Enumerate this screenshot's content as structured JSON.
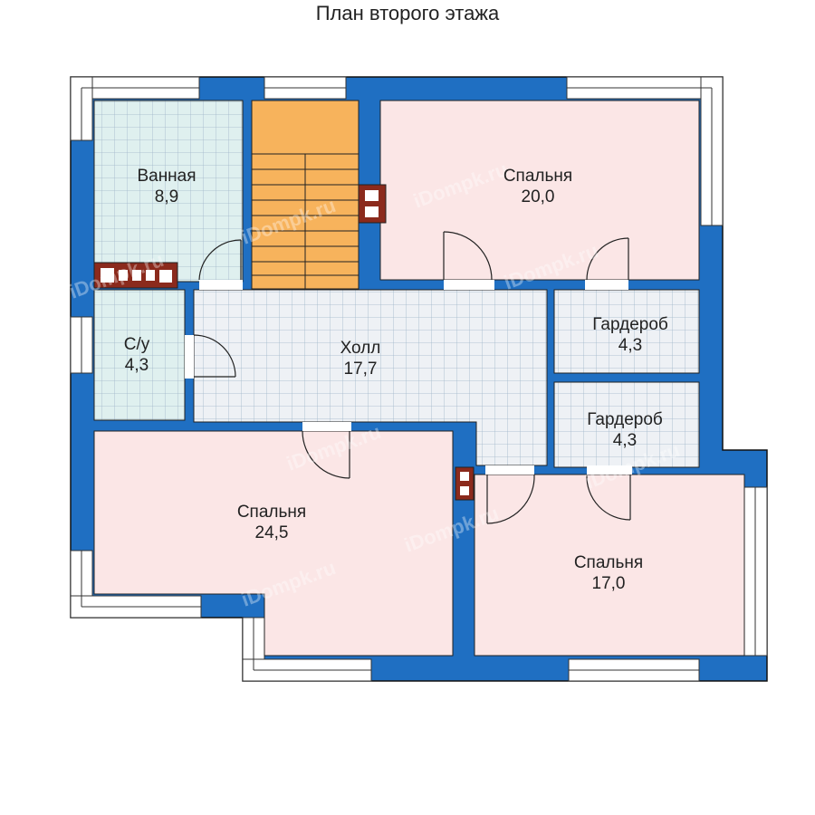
{
  "title": "План второго этажа",
  "watermark": "iDompk.ru",
  "colors": {
    "wall": "#1f6fc2",
    "bedroom": "#fbe6e6",
    "tile_grid": "#eef1f5",
    "wet_tile": "#dff0ef",
    "stairs": "#f7b35c",
    "chimney": "#8b2a1c",
    "grid_line": "#9fb5c9"
  },
  "rooms": {
    "bathroom": {
      "name": "Ванная",
      "area": "8,9"
    },
    "wc": {
      "name": "С/у",
      "area": "4,3"
    },
    "hall": {
      "name": "Холл",
      "area": "17,7"
    },
    "bedroom_ne": {
      "name": "Спальня",
      "area": "20,0"
    },
    "wardrobe_1": {
      "name": "Гардероб",
      "area": "4,3"
    },
    "wardrobe_2": {
      "name": "Гардероб",
      "area": "4,3"
    },
    "bedroom_sw": {
      "name": "Спальня",
      "area": "24,5"
    },
    "bedroom_se": {
      "name": "Спальня",
      "area": "17,0"
    }
  }
}
